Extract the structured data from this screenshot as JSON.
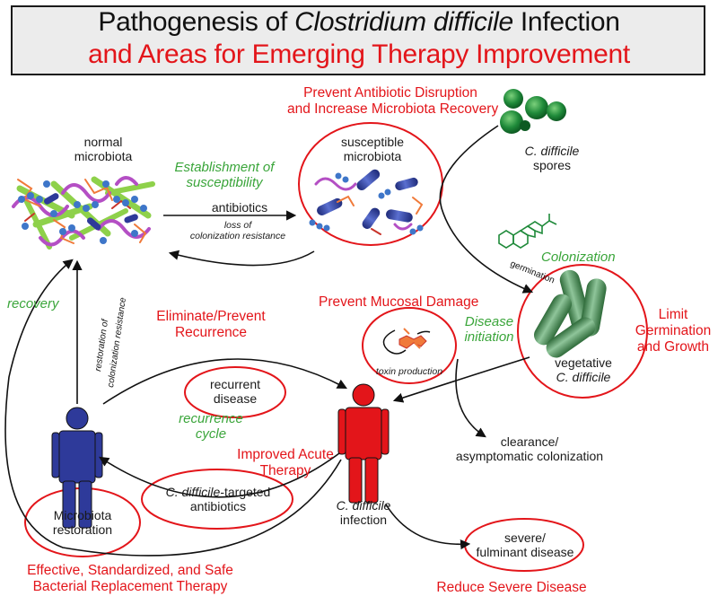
{
  "title": {
    "line1_pre": "Pathogenesis of ",
    "line1_italic": "Clostridium difficile",
    "line1_post": " Infection",
    "line2": "and Areas for Emerging Therapy Improvement"
  },
  "nodes": {
    "normal_microbiota": [
      "normal",
      "microbiota"
    ],
    "susceptible_microbiota": [
      "susceptible",
      "microbiota"
    ],
    "spores_italic": "C. difficile",
    "spores": "spores",
    "vegetative": "vegetative",
    "vegetative_italic": "C. difficile",
    "recurrent_disease": [
      "recurrent",
      "disease"
    ],
    "targeted_antibiotics_italic": "C. difficile",
    "targeted_antibiotics_rest": "-targeted",
    "targeted_antibiotics_line2": "antibiotics",
    "infection_italic": "C. difficile",
    "infection": "infection",
    "microbiota_restoration": [
      "Microbiota",
      "restoration"
    ],
    "clearance": [
      "clearance/",
      "asymptomatic colonization"
    ],
    "severe": [
      "severe/",
      "fulminant disease"
    ],
    "toxin": "toxin production"
  },
  "edge_labels": {
    "antibiotics": "antibiotics",
    "loss_of_resistance": [
      "loss of",
      "colonization resistance"
    ],
    "germination": "germination",
    "restoration_of_resistance": [
      "restoration of",
      "colonization resistance"
    ]
  },
  "stages": {
    "establishment": [
      "Establishment of",
      "susceptibility"
    ],
    "colonization": "Colonization",
    "disease_initiation": [
      "Disease",
      "initiation"
    ],
    "recovery": "recovery",
    "recurrence_cycle": [
      "recurrence",
      "cycle"
    ]
  },
  "therapy_areas": {
    "prevent_disruption": [
      "Prevent Antibiotic Disruption",
      "and Increase Microbiota Recovery"
    ],
    "prevent_mucosal_damage": "Prevent Mucosal Damage",
    "limit_germination": [
      "Limit",
      "Germination",
      "and Growth"
    ],
    "eliminate_recurrence": [
      "Eliminate/Prevent",
      "Recurrence"
    ],
    "improved_acute": [
      "Improved Acute",
      "Therapy"
    ],
    "replacement_therapy": [
      "Effective, Standardized, and Safe",
      "Bacterial Replacement Therapy"
    ],
    "reduce_severe": "Reduce Severe Disease"
  },
  "colors": {
    "red": "#e3151a",
    "green": "#3aa53a",
    "title_bg": "#ececec",
    "human_blue": "#2e3a9a",
    "human_red": "#e3151a"
  }
}
